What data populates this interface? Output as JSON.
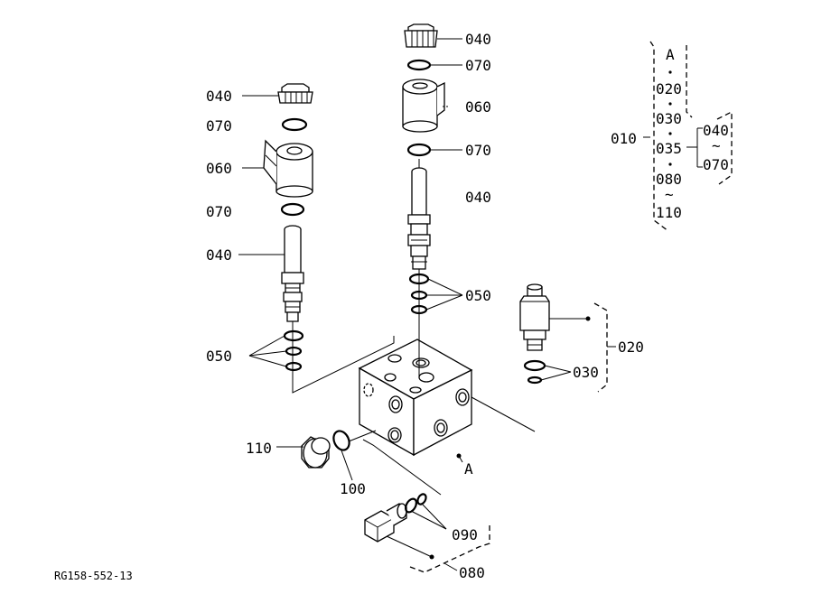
{
  "diagram": {
    "reference_code": "RG158-552-13",
    "left_valve": {
      "nut": "040",
      "upper_oring": "070",
      "coil": "060",
      "lower_oring": "070",
      "cartridge": "040",
      "seals": "050"
    },
    "center_valve": {
      "nut": "040",
      "upper_oring": "070",
      "coil": "060",
      "lower_oring": "070",
      "cartridge": "040",
      "seals": "050"
    },
    "relief_valve": {
      "assembly": "020",
      "seals": "030"
    },
    "plug": {
      "plug": "110",
      "oring": "100"
    },
    "fitting": {
      "seals": "090",
      "assembly": "080"
    },
    "block_port": "A",
    "legend": {
      "main": "010",
      "items": [
        "A",
        "020",
        "030",
        "035",
        "080",
        "~",
        "110"
      ],
      "sub_items": [
        "040",
        "~",
        "070"
      ]
    }
  }
}
